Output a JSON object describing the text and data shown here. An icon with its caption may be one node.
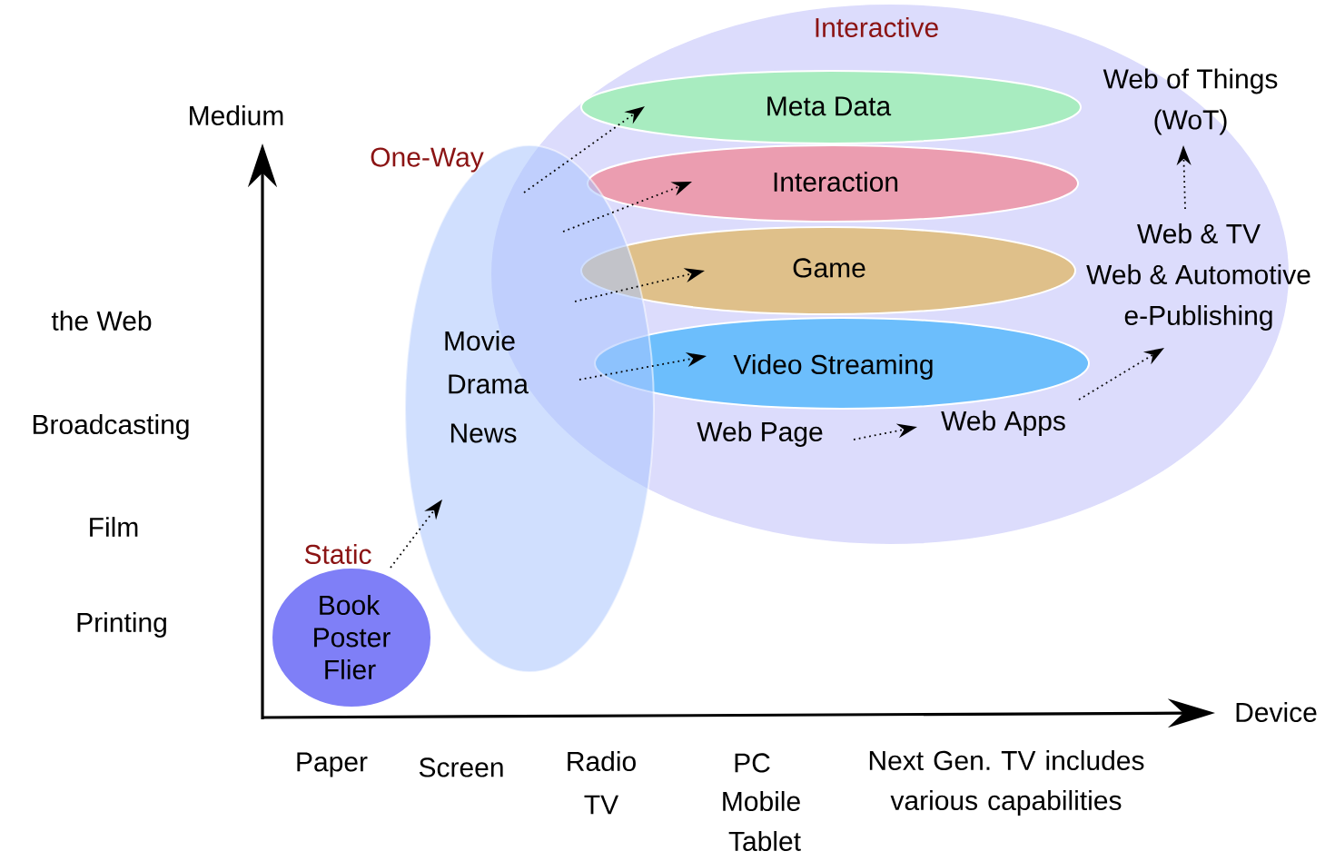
{
  "diagram": {
    "nodes": [
      {
        "text": [
          "Interactive"
        ]
      },
      {
        "text": [
          "One-Way",
          "Movie",
          "Drama",
          "News"
        ]
      },
      {
        "text": [
          "Static",
          "Book",
          "Poster",
          "Flier"
        ]
      },
      {
        "text": [
          "Meta Data"
        ],
        "in": 0
      },
      {
        "text": [
          "Interaction"
        ],
        "in": 0
      },
      {
        "text": [
          "Game"
        ],
        "in": 0
      },
      {
        "text": [
          "Video Streaming"
        ],
        "in": 0
      },
      {
        "text": [
          "Web Page"
        ],
        "in": 0
      },
      {
        "text": [
          "Web Apps"
        ],
        "in": 0
      },
      {
        "text": [
          "Web & TV",
          "Web & Automotive",
          "e-Publishing"
        ],
        "in": 0
      },
      {
        "text": [
          "Web of Things",
          "(WoT)"
        ],
        "in": 0
      }
    ],
    "edges": [
      {
        "from": 2,
        "to": 1,
        "arrow": "to"
      },
      {
        "from": 1,
        "to": 3,
        "arrow": "to"
      },
      {
        "from": 1,
        "to": 4,
        "arrow": "to"
      },
      {
        "from": 1,
        "to": 5,
        "arrow": "to"
      },
      {
        "from": 1,
        "to": 6,
        "arrow": "to"
      },
      {
        "from": 7,
        "to": 8,
        "arrow": "to"
      },
      {
        "from": 8,
        "to": 9,
        "arrow": "to"
      },
      {
        "from": 9,
        "to": 10,
        "arrow": "to"
      }
    ],
    "labels": [
      "Medium",
      "the Web",
      "Broadcasting",
      "Film",
      "Printing",
      "Device",
      "Paper",
      "Screen",
      "Radio",
      "TV",
      "PC",
      "Mobile",
      "Tablet",
      "Next Gen. TV includes various capabilities"
    ]
  }
}
